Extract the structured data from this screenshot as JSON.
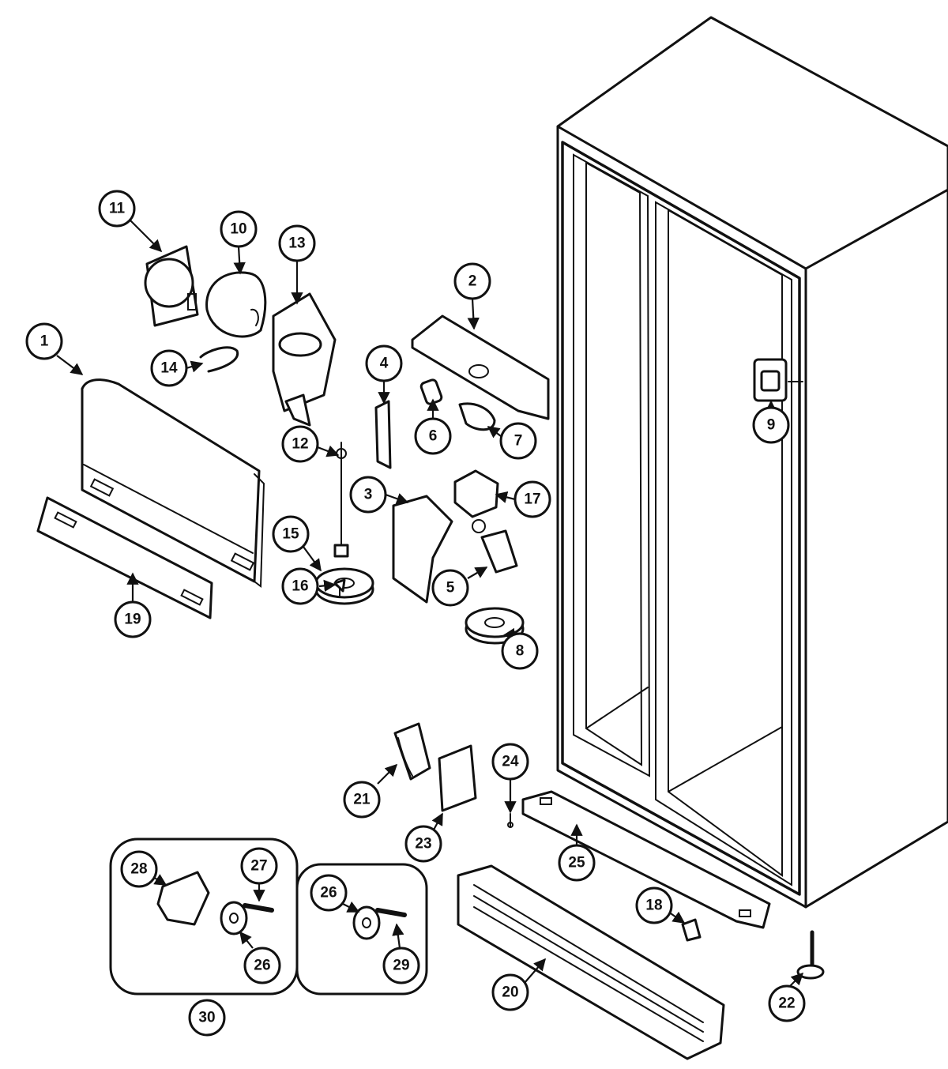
{
  "callouts": [
    {
      "id": "1",
      "label": "1"
    },
    {
      "id": "2",
      "label": "2"
    },
    {
      "id": "3",
      "label": "3"
    },
    {
      "id": "4",
      "label": "4"
    },
    {
      "id": "5",
      "label": "5"
    },
    {
      "id": "6",
      "label": "6"
    },
    {
      "id": "7",
      "label": "7"
    },
    {
      "id": "8",
      "label": "8"
    },
    {
      "id": "9",
      "label": "9"
    },
    {
      "id": "10",
      "label": "10"
    },
    {
      "id": "11",
      "label": "11"
    },
    {
      "id": "12",
      "label": "12"
    },
    {
      "id": "13",
      "label": "13"
    },
    {
      "id": "14",
      "label": "14"
    },
    {
      "id": "15",
      "label": "15"
    },
    {
      "id": "16",
      "label": "16"
    },
    {
      "id": "17",
      "label": "17"
    },
    {
      "id": "18",
      "label": "18"
    },
    {
      "id": "19",
      "label": "19"
    },
    {
      "id": "20",
      "label": "20"
    },
    {
      "id": "21",
      "label": "21"
    },
    {
      "id": "22",
      "label": "22"
    },
    {
      "id": "23",
      "label": "23"
    },
    {
      "id": "24",
      "label": "24"
    },
    {
      "id": "25",
      "label": "25"
    },
    {
      "id": "26a",
      "label": "26"
    },
    {
      "id": "26b",
      "label": "26"
    },
    {
      "id": "27",
      "label": "27"
    },
    {
      "id": "28",
      "label": "28"
    },
    {
      "id": "29",
      "label": "29"
    },
    {
      "id": "30",
      "label": "30"
    }
  ]
}
